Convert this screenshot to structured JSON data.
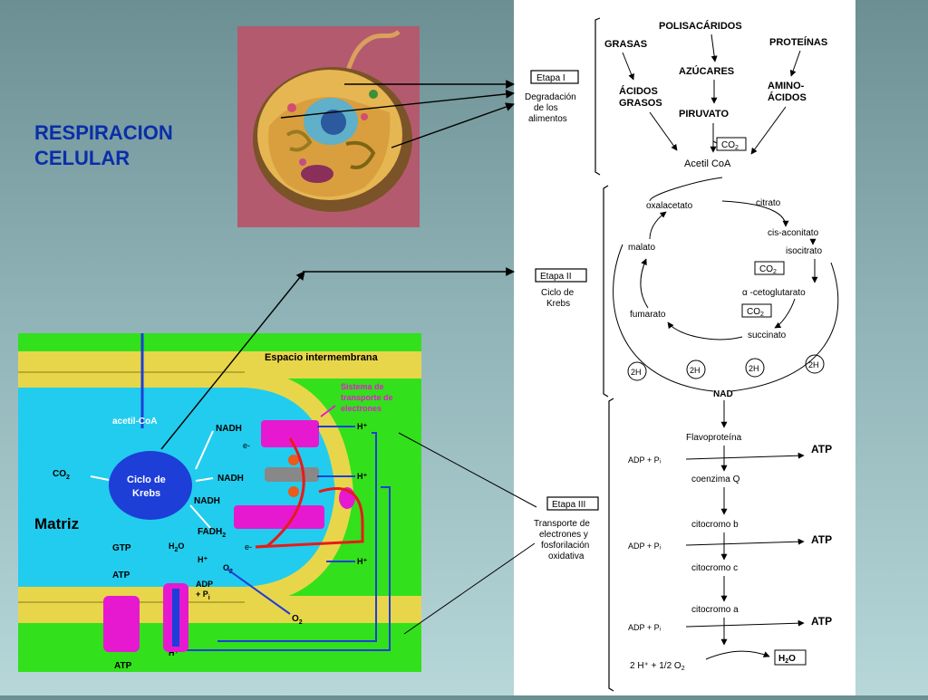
{
  "slide": {
    "title_line1": "RESPIRACION",
    "title_line2": "CELULAR"
  },
  "colors": {
    "title": "#0a2ea8",
    "background_top": "#6b8f93",
    "background_bottom": "#b7d7d9",
    "matrix": "#22ccee",
    "intermembrane": "#33e01c",
    "krebs_circle": "#1e3ed8",
    "protein": "#e619d0",
    "membrane": "#e8d64a"
  },
  "mitochondrion": {
    "intermembrane_label": "Espacio intermembrana",
    "matrix_label": "Matriz",
    "krebs_label_1": "Ciclo de",
    "krebs_label_2": "Krebs",
    "acetyl_coa": "acetil-CoA",
    "co2": "CO",
    "co2_sub": "2",
    "nadh_1": "NADH",
    "nadh_2": "NADH",
    "nadh_3": "NADH",
    "fadh": "FADH",
    "fadh_sub": "2",
    "electron_1": "e-",
    "electron_2": "e-",
    "electron_3": "e-",
    "gtp": "GTP",
    "atp_1": "ATP",
    "atp_2": "ATP",
    "h2o": "H",
    "h2o_sub": "2",
    "h2o_tail": "O",
    "o2_1": "O",
    "o2_1_sub": "2",
    "o2_2": "O",
    "o2_2_sub": "2",
    "h_plus_1": "H⁺",
    "h_plus_2": "H⁺",
    "h_plus_3": "H⁺",
    "h_plus_4": "H⁺",
    "h_plus_5": "H⁺",
    "adp": "ADP",
    "pi": "+ P",
    "pi_sub": "i",
    "electron_system_1": "Sistema de",
    "electron_system_2": "transporte de",
    "electron_system_3": "electrones"
  },
  "stages": {
    "stage1": {
      "title": "Etapa I",
      "line1": "Degradación",
      "line2": "de los",
      "line3": "alimentos"
    },
    "stage2": {
      "title": "Etapa II",
      "line1": "Ciclo de",
      "line2": "Krebs"
    },
    "stage3": {
      "title": "Etapa III",
      "line1": "Transporte de",
      "line2": "electrones y",
      "line3": "fosforilación",
      "line4": "oxidativa"
    }
  },
  "stage1_items": {
    "polisacaridos": "POLISACÁRIDOS",
    "grasas": "GRASAS",
    "proteinas": "PROTEÍNAS",
    "azucares": "AZÚCARES",
    "acidos_1": "ÁCIDOS",
    "acidos_2": "GRASOS",
    "amino_1": "AMINO-",
    "amino_2": "ÁCIDOS",
    "piruvato": "PIRUVATO",
    "co2": "CO",
    "co2_sub": "2",
    "acetil_coa": "Acetil CoA"
  },
  "krebs_items": {
    "oxalacetato": "oxalacetato",
    "citrato": "citrato",
    "cis_aconitato": "cis-aconitato",
    "isocitrato": "isocitrato",
    "malato": "malato",
    "co2_1": "CO",
    "co2_1_sub": "2",
    "alfa": "α -cetoglutarato",
    "fumarato": "fumarato",
    "co2_2": "CO",
    "co2_2_sub": "2",
    "succinato": "succinato",
    "two_h_1": "2H",
    "two_h_2": "2H",
    "two_h_3": "2H",
    "two_h_4": "2H"
  },
  "chain_items": {
    "nad": "NAD",
    "flavoproteina": "Flavoproteína",
    "adp_pi_1": "ADP + Pᵢ",
    "atp_1": "ATP",
    "coenzima_q": "coenzima Q",
    "citocromo_b": "citocromo b",
    "adp_pi_2": "ADP + Pᵢ",
    "atp_2": "ATP",
    "citocromo_c": "citocromo c",
    "citocromo_a": "citocromo a",
    "adp_pi_3": "ADP + Pᵢ",
    "atp_3": "ATP",
    "two_h_o2": "2 H⁺ + 1/2 O",
    "two_h_o2_sub": "2",
    "h2o": "H",
    "h2o_sub": "2",
    "h2o_tail": "O"
  }
}
